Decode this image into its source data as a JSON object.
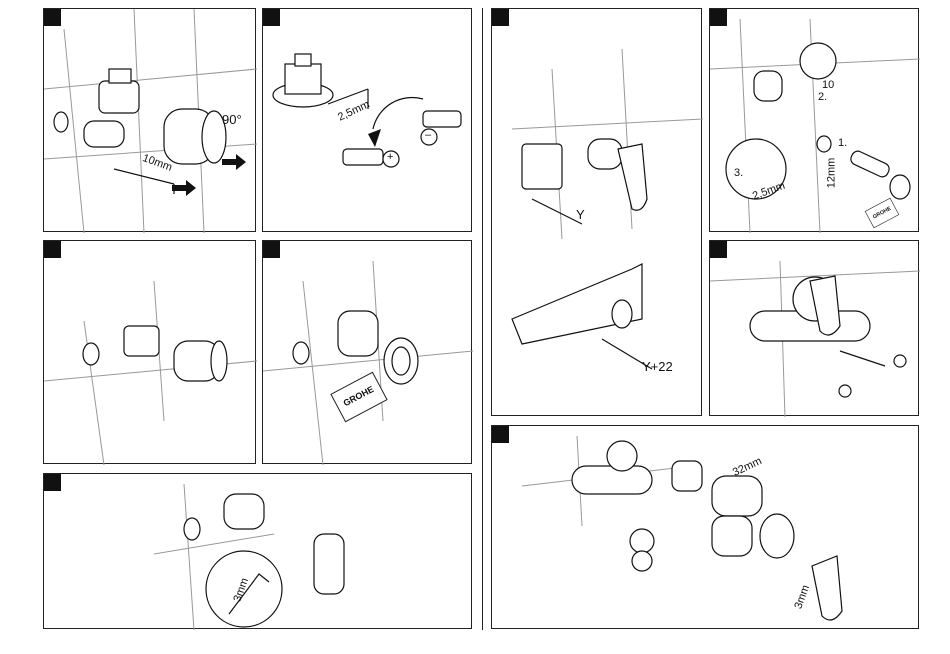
{
  "panels": {
    "p1": {
      "angle": "90°",
      "tool": "10mm"
    },
    "p2": {
      "tool": "2,5mm",
      "plus": "+",
      "minus": "–"
    },
    "p5": {
      "logo": "GROHE"
    },
    "p7": {
      "tool": "3mm"
    },
    "p8": {
      "dim_y": "Y",
      "dim_y22": "Y+22"
    },
    "p9": {
      "step1": "1.",
      "step2": "2.",
      "step3": "3.",
      "tool": "2,5mm",
      "size10": "10",
      "size12": "12mm",
      "logo": "GROHE"
    },
    "p11": {
      "tool": "32mm",
      "tool2": "3mm"
    }
  }
}
